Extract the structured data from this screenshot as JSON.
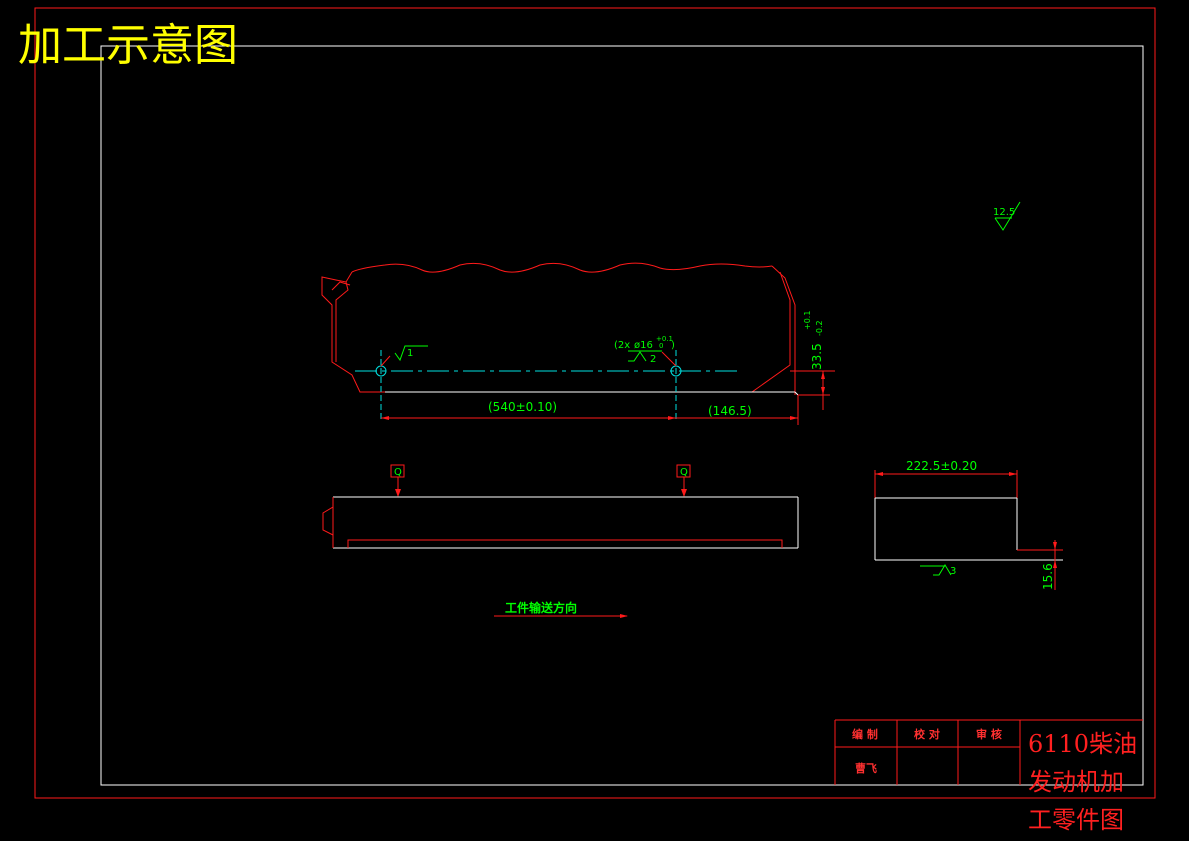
{
  "drawing": {
    "title": "加工示意图",
    "roughness_mark": "12.5",
    "labels": {
      "locating_mark_1": "1",
      "hole_spec_prefix": "(2x",
      "hole_spec_dia": "ø16",
      "hole_spec_tol": "+0.1",
      "hole_spec_tol_low": "0",
      "hole_spec_close": ")",
      "locating_mark_2": "2",
      "dim_540": "(540±0.10)",
      "dim_146": "(146.5)",
      "dim_335": "33.5",
      "dim_335_tol_up": "+0.1",
      "dim_335_tol_low": "-0.2",
      "clamp_left": "Q",
      "clamp_right": "Q",
      "dim_2225": "222.5±0.20",
      "locating_mark_3": "3",
      "dim_156": "15.6",
      "feed_direction": "工件输送方向"
    }
  },
  "title_block": {
    "col1": "编 制",
    "col2": "校 对",
    "col3": "审 核",
    "author": "曹飞",
    "product_line1": "6110柴油",
    "product_line2": "发动机加",
    "product_line3": "工零件图"
  },
  "colors": {
    "outline": "#ff1a1a",
    "border": "#ffffff",
    "annotation": "#00ff00",
    "centerline": "#00e0e0",
    "title": "#ffff00"
  }
}
